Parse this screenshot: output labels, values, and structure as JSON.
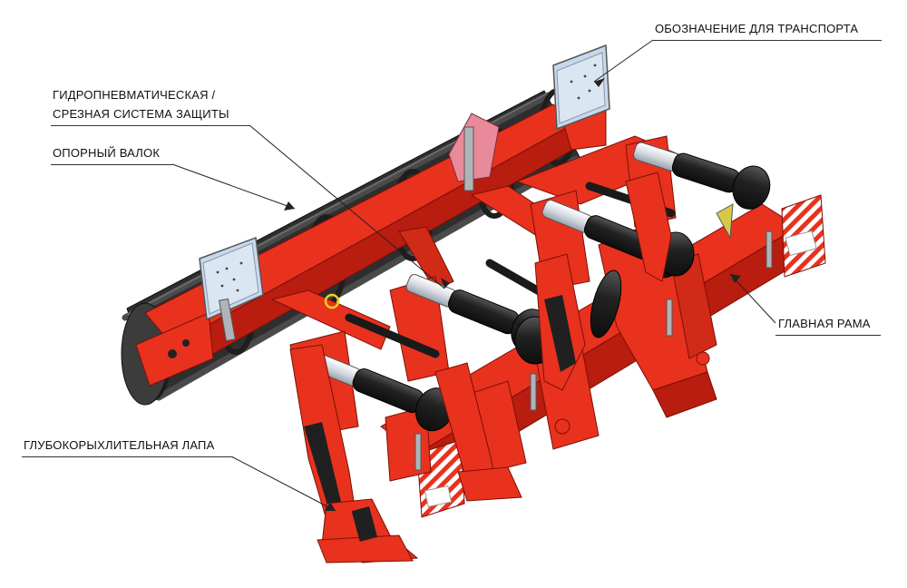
{
  "labels": {
    "transport": "ОБОЗНАЧЕНИЕ ДЛЯ ТРАНСПОРТА",
    "protection_line1": "ГИДРОПНЕВМАТИЧЕСКАЯ /",
    "protection_line2": "СРЕЗНАЯ СИСТЕМА ЗАЩИТЫ",
    "roller": "ОПОРНЫЙ ВАЛОК",
    "main_frame": "ГЛАВНАЯ РАМА",
    "tine": "ГЛУБОКОРЫХЛИТЕЛЬНАЯ ЛАПА"
  },
  "colors": {
    "frame_red": "#e8321e",
    "frame_shadow": "#b81d10",
    "roller_dark": "#3a3a3a",
    "cylinder_black": "#1c1c1c",
    "rod_silver": "#e4e8ee",
    "plate_blue": "#c8d8ec",
    "warning_pink": "#e88a9a",
    "bracket_grey": "#b0b4b8",
    "tine_black": "#202020"
  }
}
